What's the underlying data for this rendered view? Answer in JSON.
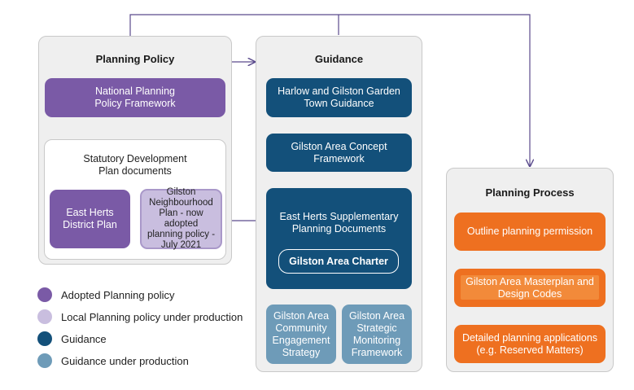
{
  "colors": {
    "adopted": "#7a5aa6",
    "in_production": "#c9bedf",
    "guidance": "#13507a",
    "guidance_in_production": "#6e9bb8",
    "process": "#ee7020",
    "connector": "#5a4a8c"
  },
  "planning_policy": {
    "title": "Planning Policy",
    "nppf": "National Planning\nPolicy Framework",
    "statutory_title": "Statutory Development\nPlan documents",
    "district_plan": "East Herts\nDistrict Plan",
    "neighbourhood_plan": "Gilston\nNeighbourhood\nPlan - now adopted\nplanning policy -\nJuly 2021"
  },
  "guidance": {
    "title": "Guidance",
    "harlow": "Harlow and Gilston Garden\nTown Guidance",
    "concept": "Gilston Area Concept\nFramework",
    "spd": "East Herts Supplementary\nPlanning Documents",
    "charter": "Gilston Area Charter",
    "engagement": "Gilston Area\nCommunity\nEngagement\nStrategy",
    "monitoring": "Gilston Area\nStrategic\nMonitoring\nFramework"
  },
  "planning_process": {
    "title": "Planning Process",
    "outline": "Outline planning permission",
    "masterplan": "Gilston Area Masterplan and\nDesign Codes",
    "detailed": "Detailed planning applications\n(e.g. Reserved Matters)"
  },
  "legend": [
    {
      "label": "Adopted Planning policy",
      "color": "#7a5aa6"
    },
    {
      "label": "Local Planning policy under production",
      "color": "#c9bedf"
    },
    {
      "label": "Guidance",
      "color": "#13507a"
    },
    {
      "label": "Guidance under production",
      "color": "#6e9bb8"
    }
  ]
}
